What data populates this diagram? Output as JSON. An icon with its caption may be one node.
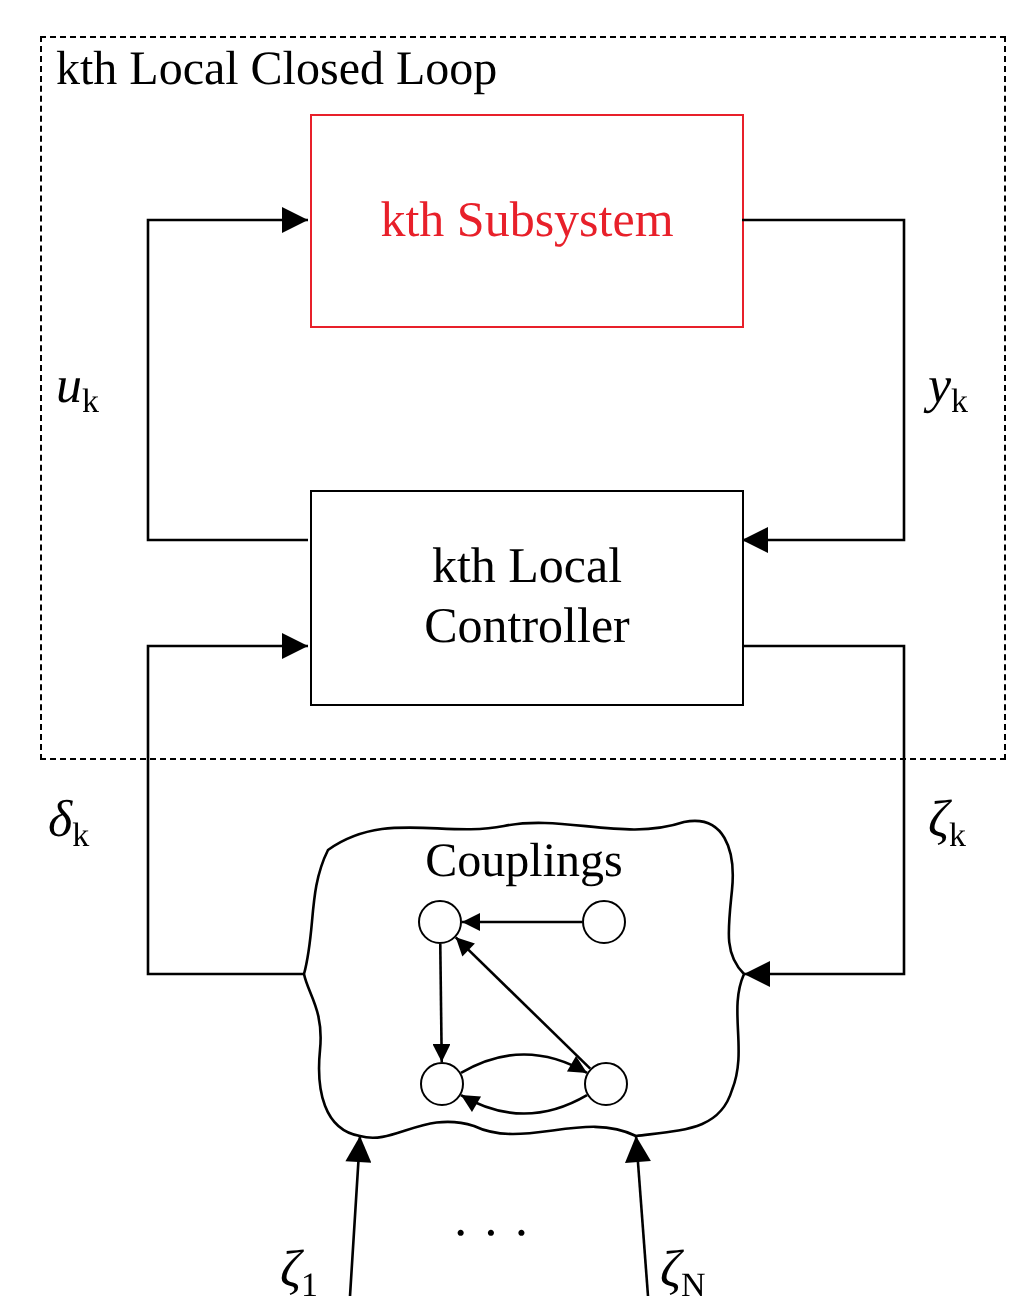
{
  "diagram": {
    "nodes": [
      {
        "text": [
          "kth Local Closed Loop"
        ]
      },
      {
        "text": [
          "kth Subsystem"
        ],
        "in": 0
      },
      {
        "text": [
          "kth Local Controller"
        ],
        "in": 0
      },
      {
        "text": [
          "Couplings"
        ]
      },
      {
        "text": [],
        "shape": "circle",
        "in": 3
      },
      {
        "text": [],
        "shape": "circle",
        "in": 3
      },
      {
        "text": [],
        "shape": "circle",
        "in": 3
      },
      {
        "text": [],
        "shape": "circle",
        "in": 3
      }
    ],
    "edges": [
      {
        "from": 2,
        "to": 1,
        "arrow": "to",
        "label": "*u*$_{k}$"
      },
      {
        "from": 1,
        "to": 2,
        "arrow": "to",
        "label": "*y*$_{k}$"
      },
      {
        "from": 3,
        "to": 2,
        "arrow": "to",
        "label": "*δ*$_{k}$"
      },
      {
        "from": 2,
        "to": 3,
        "arrow": "to",
        "label": "*ζ*$_{k}$"
      },
      {
        "from": null,
        "to": 3,
        "arrow": "to",
        "label": "*ζ*$_{1}$"
      },
      {
        "from": null,
        "to": 3,
        "arrow": "to",
        "label": "*ζ*$_{N}$"
      },
      {
        "from": 5,
        "to": 4,
        "arrow": "to"
      },
      {
        "from": 4,
        "to": 6,
        "arrow": "to"
      },
      {
        "from": 7,
        "to": 4,
        "arrow": "to"
      },
      {
        "from": 6,
        "to": 7,
        "arrow": "to"
      },
      {
        "from": 7,
        "to": 6,
        "arrow": "to"
      }
    ],
    "labels": [
      "· · ·"
    ]
  }
}
